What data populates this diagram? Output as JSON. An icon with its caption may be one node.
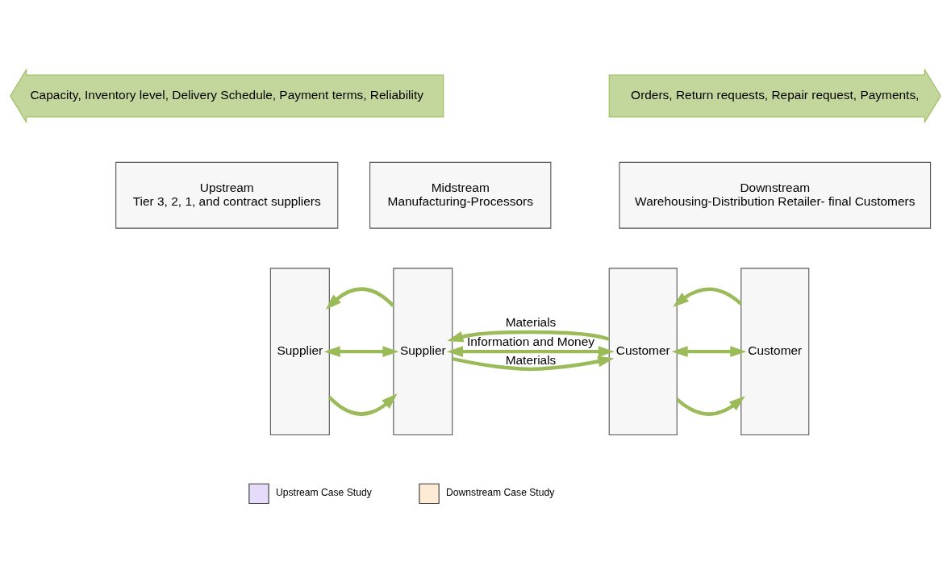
{
  "diagram": {
    "nodes": [
      {
        "text": [
          "Capacity, Inventory level, Delivery Schedule, Payment terms, Reliability"
        ]
      },
      {
        "text": [
          "Orders, Return requests, Repair request, Payments,"
        ]
      },
      {
        "text": [
          "Upstream",
          "Tier 3, 2, 1, and contract suppliers"
        ]
      },
      {
        "text": [
          "Midstream",
          "Manufacturing-Processors"
        ]
      },
      {
        "text": [
          "Downstream",
          "Warehousing-Distribution Retailer- final Customers"
        ]
      },
      {
        "text": [
          "Supplier"
        ]
      },
      {
        "text": [
          "Supplier"
        ]
      },
      {
        "text": [
          "Customer"
        ]
      },
      {
        "text": [
          "Customer"
        ]
      }
    ],
    "edges": [
      {
        "from": 5,
        "to": 6,
        "arrow": "to"
      },
      {
        "from": 5,
        "to": 6,
        "arrow": "both"
      },
      {
        "from": 6,
        "to": 5,
        "arrow": "to"
      },
      {
        "from": 6,
        "to": 7,
        "label": "Materials",
        "arrow": "to"
      },
      {
        "from": 6,
        "to": 7,
        "label": "Information and Money",
        "arrow": "both"
      },
      {
        "from": 7,
        "to": 6,
        "label": "Materials",
        "arrow": "to"
      },
      {
        "from": 7,
        "to": 8,
        "arrow": "to"
      },
      {
        "from": 7,
        "to": 8,
        "arrow": "both"
      },
      {
        "from": 8,
        "to": 7,
        "arrow": "to"
      }
    ],
    "legend": [
      {
        "text": "Upstream Case Study",
        "color": "#e6dcfa"
      },
      {
        "text": "Downstream Case Study",
        "color": "#fdebd6"
      }
    ]
  }
}
